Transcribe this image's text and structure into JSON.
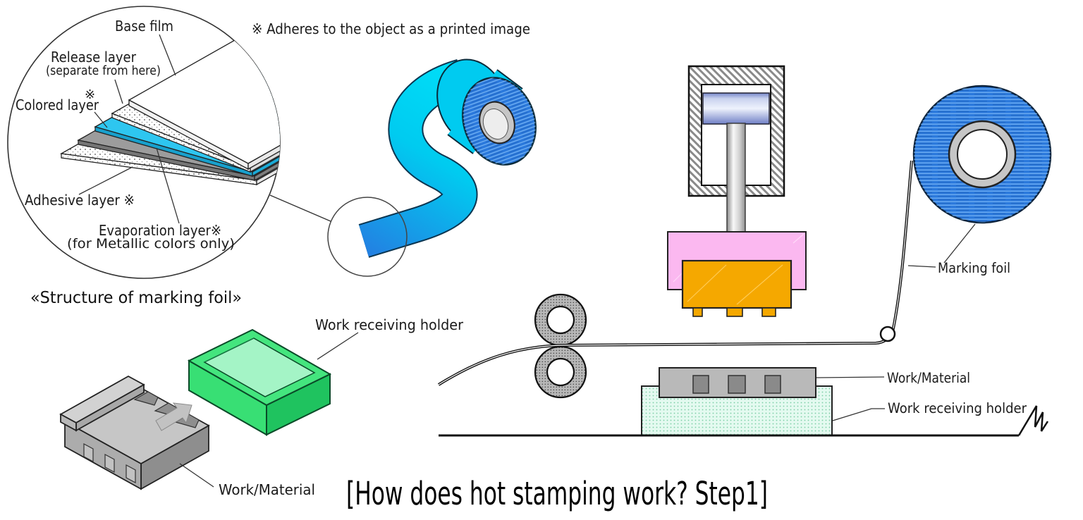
{
  "title": "[How does hot stamping work?  Step1]",
  "note": "※ Adheres to the object as a printed image",
  "structure_detail": {
    "caption": "《Structure of marking foil》",
    "labels": {
      "base_film": "Base film",
      "release_layer": "Release layer",
      "release_layer_sub": "(separate from here)",
      "ref_mark": "※",
      "colored_layer": "Colored layer",
      "adhesive_layer": "Adhesive layer ※",
      "evaporation_layer": "Evaporation layer※",
      "evaporation_layer_sub": "(for Metallic colors only)"
    }
  },
  "press_diagram": {
    "marking_foil_label": "Marking foil",
    "work_material_label": "Work/Material",
    "work_holder_label": "Work receiving holder"
  },
  "placement_diagram": {
    "work_holder_label": "Work receiving holder",
    "work_material_label": "Work/Material"
  },
  "colors": {
    "cyan_bright": "#00DFF8",
    "cyan_mid": "#00CBF0",
    "ribbon_blue": "#2380E2",
    "roll_blue": "#2B79DC",
    "colored_layer_cyan": "#2EC6F0",
    "evaporation_gray": "#9C9C9C",
    "core_gray": "#C6C6C6",
    "pink": "#FBB8F0",
    "orange": "#F5A800",
    "green": "#44E57E",
    "green_floor": "#A4F4C6",
    "mint": "#E4FAF0",
    "work_gray": "#B9B9B9"
  }
}
